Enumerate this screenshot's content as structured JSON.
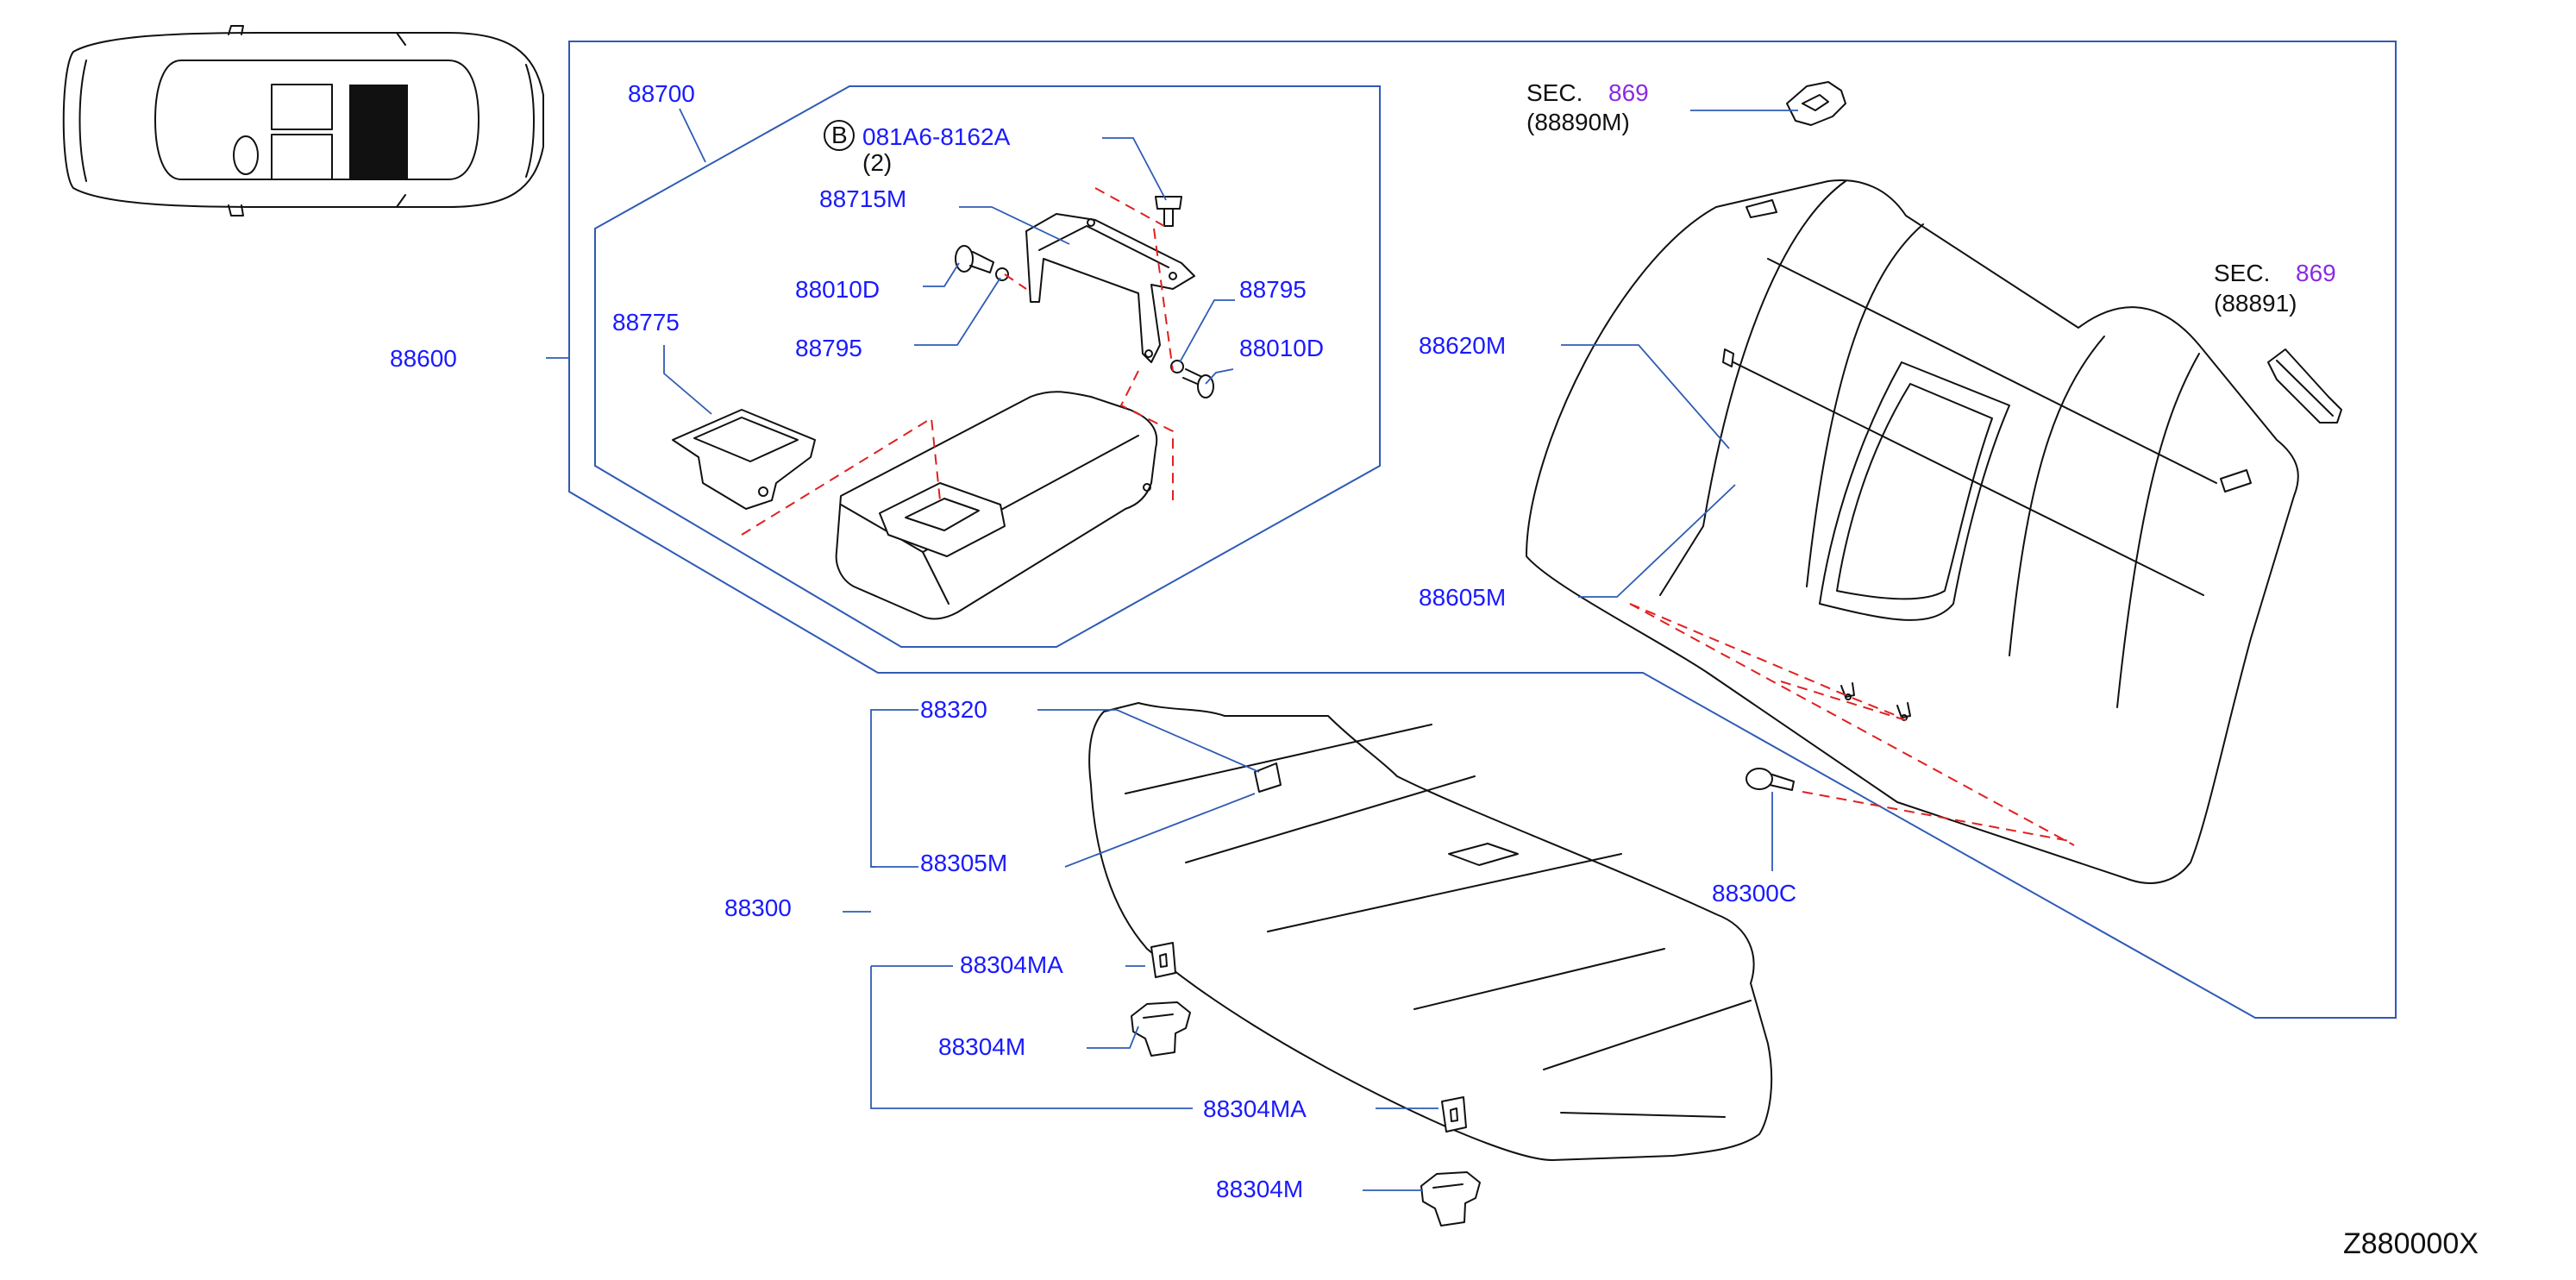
{
  "labels": {
    "p88700": "88700",
    "bolt_b": "B",
    "bolt_code": "081A6-8162A",
    "bolt_qty": "(2)",
    "p88715m": "88715M",
    "p88010d_left": "88010D",
    "p88795_right": "88795",
    "p88775": "88775",
    "p88795_left": "88795",
    "p88010d_right": "88010D",
    "p88600": "88600",
    "sec_top_prefix": "SEC.",
    "sec_top_num": "869",
    "sec_top_part": "(88890M)",
    "sec_right_prefix": "SEC.",
    "sec_right_num": "869",
    "sec_right_part": "(88891)",
    "p88620m": "88620M",
    "p88605m": "88605M",
    "p88320": "88320",
    "p88305m": "88305M",
    "p88300": "88300",
    "p88304ma_a": "88304MA",
    "p88304m_a": "88304M",
    "p88304ma_b": "88304MA",
    "p88304m_b": "88304M",
    "p88300c": "88300C",
    "diagram_code": "Z880000X"
  },
  "colors": {
    "label": "#1a1aff",
    "section_ref": "#8a2be2",
    "frame": "#2f5bb5",
    "dashed": "#e02020",
    "ink": "#111111"
  },
  "icons": {
    "vehicle": "car-top-view-icon",
    "bolt_marker": "circle-b-marker"
  }
}
